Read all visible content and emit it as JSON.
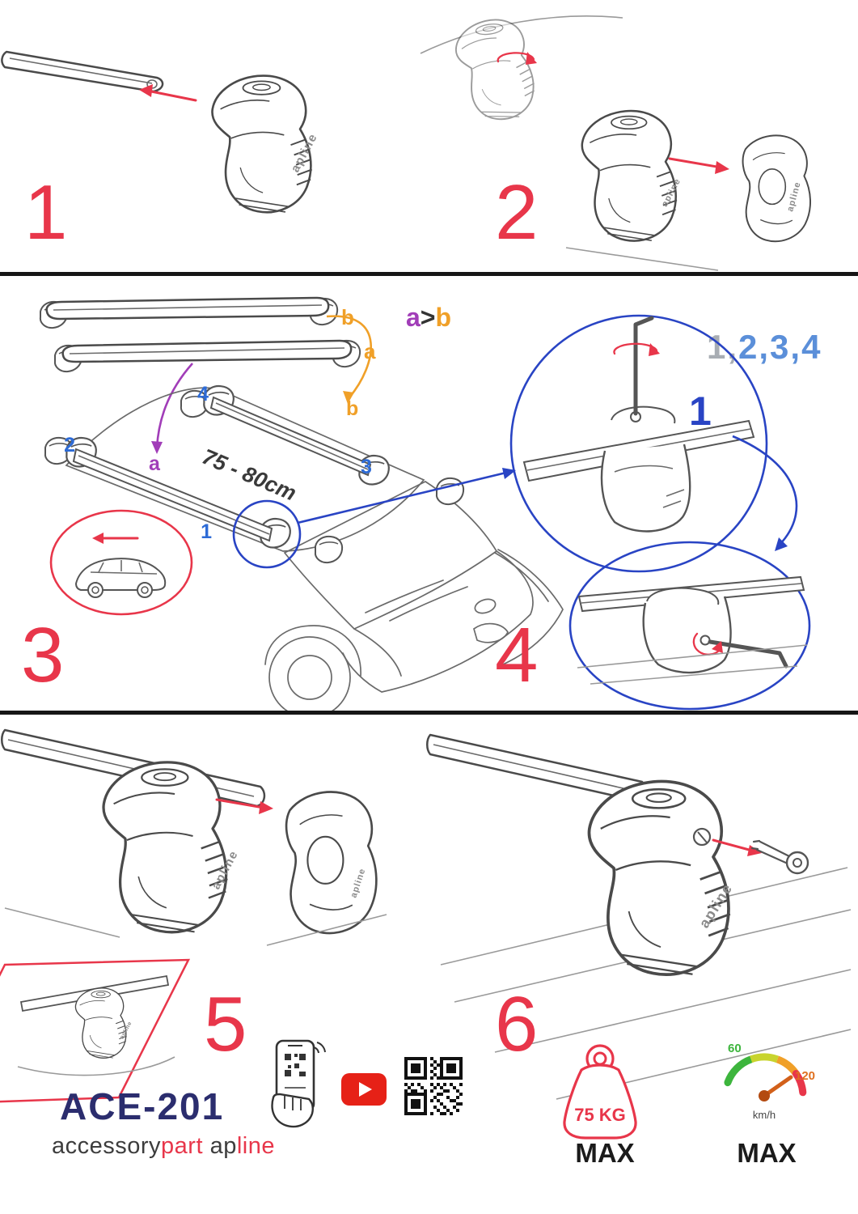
{
  "colors": {
    "accent_red": "#e8364a",
    "accent_blue": "#2944c4",
    "roof_number_blue": "#2d6bd6",
    "sequence_blue": "#5b8fd9",
    "sequence_gray": "#a8adb3",
    "purple": "#a13db8",
    "orange": "#f0a028",
    "brand_navy": "#2b2d6e",
    "speed_green": "#3db53d",
    "speed_orange": "#e07020",
    "youtube_red": "#e62117"
  },
  "steps": {
    "one": "1",
    "two": "2",
    "three": "3",
    "four": "4",
    "five": "5",
    "six": "6"
  },
  "assembly": {
    "bar_label_a": "a",
    "bar_label_b": "b",
    "order": {
      "a": "a",
      "gt": ">",
      "b": "b"
    },
    "sequence": {
      "first": "1,",
      "rest": "2,3,4"
    },
    "roof": {
      "label_a": "a",
      "label_b": "b",
      "pos1": "1",
      "pos2": "2",
      "pos3": "3",
      "pos4": "4",
      "distance": "75 - 80cm"
    },
    "detail_number": "1"
  },
  "branding": {
    "model": "ACE-201",
    "name_gray1": "accessory",
    "name_red1": "part",
    "name_gray2": "ap",
    "name_red2": "line",
    "logo": "apline"
  },
  "limits": {
    "weight": "75 KG",
    "weight_max": "MAX",
    "speed_low": "60",
    "speed_high": "120",
    "speed_unit": "km/h",
    "speed_max": "MAX"
  }
}
